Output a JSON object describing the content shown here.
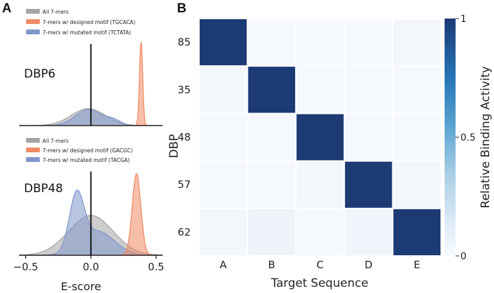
{
  "panels": {
    "a": "A",
    "b": "B"
  },
  "colors": {
    "all": "#a6a6a6",
    "designed": "#f08b64",
    "mutated": "#8097cc",
    "heat_low": "#f7fbff",
    "heat_high": "#1c3a73"
  },
  "chart_data": [
    {
      "type": "area",
      "protein": "DBP6",
      "legend": [
        {
          "key": "all",
          "label": "All 7-mers"
        },
        {
          "key": "designed",
          "label": "7-mers w/ designed motif (TGCACA)"
        },
        {
          "key": "mutated",
          "label": "7-mers w/ mutated motif (TCTATA)"
        }
      ],
      "xlim": [
        -0.55,
        0.55
      ],
      "series": [
        {
          "key": "all",
          "peaks": [
            {
              "mu": -0.02,
              "sigma": 0.13,
              "amp": 0.085
            }
          ]
        },
        {
          "key": "mutated",
          "peaks": [
            {
              "mu": -0.02,
              "sigma": 0.1,
              "amp": 0.08
            },
            {
              "mu": 0.17,
              "sigma": 0.06,
              "amp": 0.025
            }
          ]
        },
        {
          "key": "designed",
          "peaks": [
            {
              "mu": 0.385,
              "sigma": 0.012,
              "amp": 0.42
            }
          ]
        }
      ]
    },
    {
      "type": "area",
      "protein": "DBP48",
      "legend": [
        {
          "key": "all",
          "label": "All 7-mers"
        },
        {
          "key": "designed",
          "label": "7-mers w/ designed motif (GACGC)"
        },
        {
          "key": "mutated",
          "label": "7-mers w/ mutated motif (TACGA)"
        }
      ],
      "xlim": [
        -0.55,
        0.55
      ],
      "xticks": [
        -0.5,
        0,
        0.5
      ],
      "xticklabels": [
        "−0.5",
        "0.0",
        "0.5"
      ],
      "xlabel": "E-score",
      "series": [
        {
          "key": "all",
          "peaks": [
            {
              "mu": 0.0,
              "sigma": 0.17,
              "amp": 0.2
            }
          ]
        },
        {
          "key": "mutated",
          "peaks": [
            {
              "mu": -0.11,
              "sigma": 0.055,
              "amp": 0.27
            },
            {
              "mu": 0.05,
              "sigma": 0.13,
              "amp": 0.12
            }
          ]
        },
        {
          "key": "designed",
          "peaks": [
            {
              "mu": 0.35,
              "sigma": 0.033,
              "amp": 0.41
            }
          ]
        }
      ]
    },
    {
      "type": "heatmap",
      "rows": [
        "85",
        "35",
        "48",
        "57",
        "62"
      ],
      "cols": [
        "A",
        "B",
        "C",
        "D",
        "E"
      ],
      "values": [
        [
          1.0,
          0.01,
          0.01,
          0.01,
          0.02
        ],
        [
          0.02,
          1.0,
          0.01,
          0.01,
          0.01
        ],
        [
          0.01,
          0.01,
          1.0,
          0.01,
          0.01
        ],
        [
          0.01,
          0.01,
          0.02,
          1.0,
          0.02
        ],
        [
          0.02,
          0.04,
          0.01,
          0.03,
          1.0
        ]
      ],
      "xlabel": "Target Sequence",
      "ylabel": "DBP",
      "colorbar": {
        "label": "Relative Binding Activity",
        "range": [
          0,
          1
        ],
        "ticks": [
          0,
          0.5,
          1
        ],
        "ticklabels": [
          "0",
          "0.5",
          "1"
        ]
      }
    }
  ]
}
